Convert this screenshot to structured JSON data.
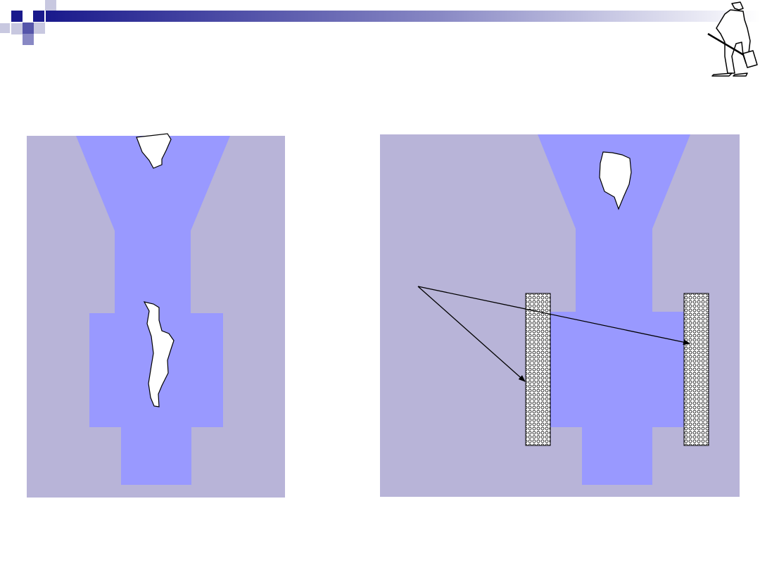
{
  "colors": {
    "mold": "#b8b4d8",
    "metal": "#9999ff",
    "void": "#ffffff",
    "outline": "#000000",
    "header_dark": "#1a1a8c",
    "header_mid": "#5555aa",
    "square_light": "#c8c8e0",
    "chill": "#d4d4d4"
  },
  "icons": {
    "header": "decorative-squares",
    "corner": "worker-with-shovel-icon"
  },
  "diagrams": [
    {
      "name": "casting-without-chills",
      "defects": [
        "shrinkage-cavity-riser",
        "shrinkage-cavity-center"
      ]
    },
    {
      "name": "casting-with-chills",
      "defects": [
        "shrinkage-cavity-riser"
      ],
      "chills": 2,
      "pointer_arrows": 2
    }
  ]
}
